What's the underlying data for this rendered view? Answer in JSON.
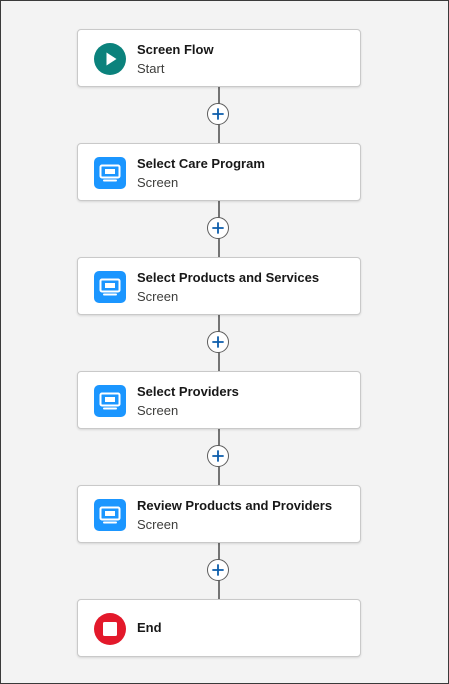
{
  "colors": {
    "start_icon": "#0b827c",
    "screen_icon": "#1b96ff",
    "end_icon": "#e3192b",
    "add_icon": "#0b5cab"
  },
  "nodes": [
    {
      "title": "Screen Flow",
      "subtitle": "Start",
      "icon": "play-icon"
    },
    {
      "title": "Select Care Program",
      "subtitle": "Screen",
      "icon": "screen-icon"
    },
    {
      "title": "Select Products and Services",
      "subtitle": "Screen",
      "icon": "screen-icon"
    },
    {
      "title": "Select Providers",
      "subtitle": "Screen",
      "icon": "screen-icon"
    },
    {
      "title": "Review Products and Providers",
      "subtitle": "Screen",
      "icon": "screen-icon"
    },
    {
      "title": "End",
      "subtitle": "",
      "icon": "stop-icon"
    }
  ],
  "add_buttons": [
    {
      "icon": "plus-icon"
    },
    {
      "icon": "plus-icon"
    },
    {
      "icon": "plus-icon"
    },
    {
      "icon": "plus-icon"
    },
    {
      "icon": "plus-icon"
    }
  ]
}
